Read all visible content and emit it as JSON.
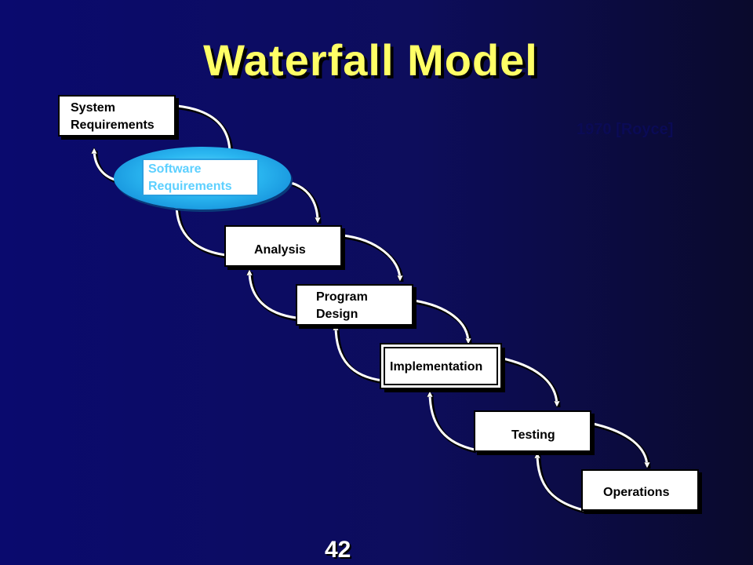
{
  "title": "Waterfall Model",
  "citation": "1970 [Royce]",
  "page_number": "42",
  "stages": [
    {
      "id": "system-requirements",
      "label_lines": [
        "System",
        "Requirements"
      ]
    },
    {
      "id": "software-requirements",
      "label_lines": [
        "Software",
        "Requirements"
      ],
      "highlighted": true
    },
    {
      "id": "analysis",
      "label_lines": [
        "Analysis"
      ]
    },
    {
      "id": "program-design",
      "label_lines": [
        "Program",
        "Design"
      ]
    },
    {
      "id": "implementation",
      "label_lines": [
        "Implementation"
      ]
    },
    {
      "id": "testing",
      "label_lines": [
        "Testing"
      ]
    },
    {
      "id": "operations",
      "label_lines": [
        "Operations"
      ]
    }
  ],
  "colors": {
    "title": "#ffff66",
    "highlight_fill": "#2ab6f0",
    "highlight_text": "#5dd0ff",
    "arrow": "#ffffff"
  }
}
